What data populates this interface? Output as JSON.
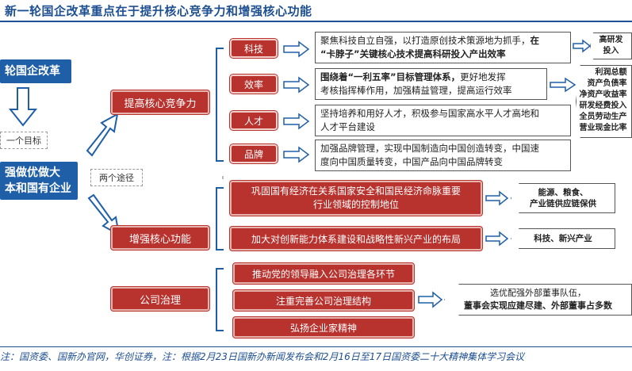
{
  "title": "新一轮国企改革重点在于提升核心竞争力和增强核心功能",
  "left": {
    "reform": "轮国企改革",
    "one_goal": "一个目标",
    "goal_line1": "强做优做大",
    "goal_line2": "本和国有企业",
    "two_paths": "两个途径"
  },
  "branches": {
    "compete": "提高核心竞争力",
    "function": "增强核心功能",
    "governance": "公司治理"
  },
  "compete_items": [
    {
      "label": "科技",
      "text_a": "聚焦科技自立自强，以打造原创技术策源地为抓手，",
      "text_a_bold": "在",
      "text_b": "“卡脖子”关键核心技术提高科研投入产出效率"
    },
    {
      "label": "效率",
      "text_a_bold": "围绕着“一利五率”目标管理体系，",
      "text_a": "更好地发挥",
      "text_b": "考核指挥棒作用，加强精益管理，提高运行效率"
    },
    {
      "label": "人才",
      "text_a": "坚持培养和用好人才，积极参与国家高水平人才高地和",
      "text_b": "人才平台建设"
    },
    {
      "label": "品牌",
      "text_a": "加强品牌管理，实现中国制造向中国创造转变，中国速",
      "text_b": "度向中国质量转变，中国产品向中国品牌转变"
    }
  ],
  "result_tech": {
    "line1": "高研发",
    "line2": "投入"
  },
  "result_eff": [
    "利润总额",
    "资产负债率",
    "净资产收益率",
    "研发经费投入",
    "全员劳动生产",
    "营业现金比率"
  ],
  "function_items": [
    {
      "line1": "巩固国有经济在关系国家安全和国民经济命脉重要",
      "line2": "行业领域的控制地位"
    },
    {
      "line1": "加大对创新能力体系建设和战略性新兴产业的布局"
    }
  ],
  "function_results": [
    {
      "line1": "能源、粮食、",
      "line2": "产业链供应链保供"
    },
    {
      "line1": "科技、新兴产业"
    }
  ],
  "governance_items": [
    "推动党的领导融入公司治理各环节",
    "注重完善公司治理结构",
    "弘扬企业家精神"
  ],
  "governance_result": {
    "line1": "选优配强外部董事队伍，",
    "line2": "董事会实现应建尽建、外部董事占多数"
  },
  "note": "注：国资委、国新办官网，华创证券，注：根据2月23日国新办新闻发布会和2月16日至17日国资委二十大精神集体学习会议"
}
